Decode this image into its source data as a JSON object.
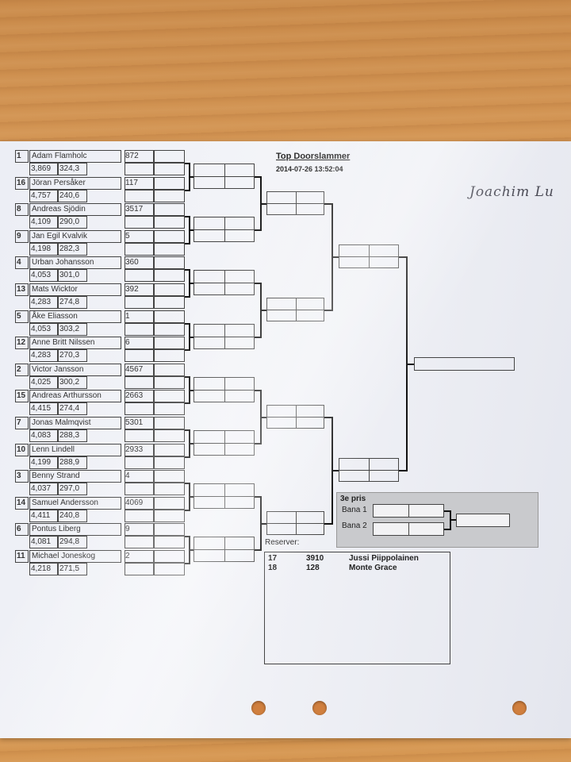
{
  "header": {
    "title": "Top Doorslammer",
    "datetime": "2014-07-26 13:52:04",
    "handwriting": "Joachim Lu"
  },
  "entries": [
    {
      "seed": "1",
      "name": "Adam Flamholc",
      "et": "3,869",
      "speed": "324,3",
      "num": "872"
    },
    {
      "seed": "16",
      "name": "Jöran Persåker",
      "et": "4,757",
      "speed": "240,6",
      "num": "117"
    },
    {
      "seed": "8",
      "name": "Andreas Sjödin",
      "et": "4,109",
      "speed": "290,0",
      "num": "3517"
    },
    {
      "seed": "9",
      "name": "Jan Egil Kvalvik",
      "et": "4,198",
      "speed": "282,3",
      "num": "5"
    },
    {
      "seed": "4",
      "name": "Urban Johansson",
      "et": "4,053",
      "speed": "301,0",
      "num": "360"
    },
    {
      "seed": "13",
      "name": "Mats Wicktor",
      "et": "4,283",
      "speed": "274,8",
      "num": "392"
    },
    {
      "seed": "5",
      "name": "Åke Eliasson",
      "et": "4,053",
      "speed": "303,2",
      "num": "1"
    },
    {
      "seed": "12",
      "name": "Anne Britt Nilssen",
      "et": "4,283",
      "speed": "270,3",
      "num": "6"
    },
    {
      "seed": "2",
      "name": "Victor Jansson",
      "et": "4,025",
      "speed": "300,2",
      "num": "4567"
    },
    {
      "seed": "15",
      "name": "Andreas Arthursson",
      "et": "4,415",
      "speed": "274,4",
      "num": "2663"
    },
    {
      "seed": "7",
      "name": "Jonas Malmqvist",
      "et": "4,083",
      "speed": "288,3",
      "num": "5301"
    },
    {
      "seed": "10",
      "name": "Lenn Lindell",
      "et": "4,199",
      "speed": "288,9",
      "num": "2933"
    },
    {
      "seed": "3",
      "name": "Benny Strand",
      "et": "4,037",
      "speed": "297,0",
      "num": "4"
    },
    {
      "seed": "14",
      "name": "Samuel Andersson",
      "et": "4,411",
      "speed": "240,8",
      "num": "4069"
    },
    {
      "seed": "6",
      "name": "Pontus Liberg",
      "et": "4,081",
      "speed": "294,8",
      "num": "9"
    },
    {
      "seed": "11",
      "name": "Michael Joneskog",
      "et": "4,218",
      "speed": "271,5",
      "num": "2"
    }
  ],
  "third_prize": {
    "title": "3e pris",
    "lane1": "Bana 1",
    "lane2": "Bana 2"
  },
  "reserves": {
    "label": "Reserver:",
    "rows": [
      {
        "pos": "17",
        "num": "3910",
        "name": "Jussi Piippolainen"
      },
      {
        "pos": "18",
        "num": "128",
        "name": "Monte Grace"
      }
    ]
  }
}
